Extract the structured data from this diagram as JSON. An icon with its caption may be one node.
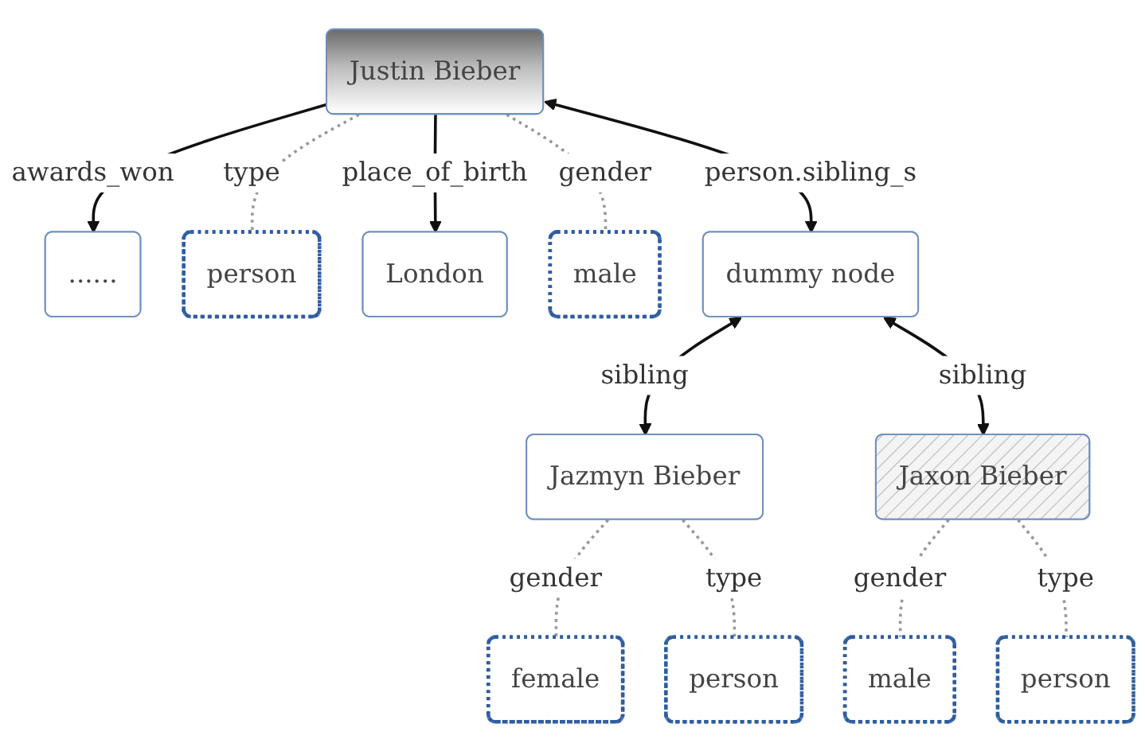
{
  "diagram": {
    "nodes": [
      {
        "text": [
          "......"
        ]
      },
      {
        "text": [
          "Justin Bieber"
        ]
      },
      {
        "text": [
          "person"
        ]
      },
      {
        "text": [
          "London"
        ]
      },
      {
        "text": [
          "male"
        ]
      },
      {
        "text": [
          "dummy node"
        ]
      },
      {
        "text": [
          "Jazmyn Bieber"
        ]
      },
      {
        "text": [
          "Jaxon Bieber"
        ]
      },
      {
        "text": [
          "female"
        ]
      },
      {
        "text": [
          "person"
        ]
      },
      {
        "text": [
          "male"
        ]
      },
      {
        "text": [
          "person"
        ]
      }
    ],
    "edges": [
      {
        "from": 1,
        "to": 0,
        "arrow": "to",
        "label": "awards_won",
        "color": "#111111"
      },
      {
        "from": 1,
        "to": 2,
        "arrow": "none",
        "label": "type",
        "style": "dashed",
        "color": "#999999"
      },
      {
        "from": 1,
        "to": 3,
        "arrow": "to",
        "label": "place_of_birth",
        "color": "#111111"
      },
      {
        "from": 1,
        "to": 4,
        "arrow": "none",
        "label": "gender",
        "style": "dashed",
        "color": "#999999"
      },
      {
        "from": 1,
        "to": 5,
        "arrow": "both",
        "label": "person.sibling_s",
        "color": "#111111"
      },
      {
        "from": 5,
        "to": 6,
        "arrow": "both",
        "label": "sibling",
        "color": "#111111"
      },
      {
        "from": 5,
        "to": 7,
        "arrow": "both",
        "label": "sibling",
        "color": "#111111"
      },
      {
        "from": 6,
        "to": 8,
        "arrow": "none",
        "label": "gender",
        "style": "dashed",
        "color": "#999999"
      },
      {
        "from": 6,
        "to": 9,
        "arrow": "none",
        "label": "type",
        "style": "dashed",
        "color": "#999999"
      },
      {
        "from": 7,
        "to": 10,
        "arrow": "none",
        "label": "gender",
        "style": "dashed",
        "color": "#999999"
      },
      {
        "from": 7,
        "to": 11,
        "arrow": "none",
        "label": "type",
        "style": "dashed",
        "color": "#999999"
      }
    ]
  }
}
